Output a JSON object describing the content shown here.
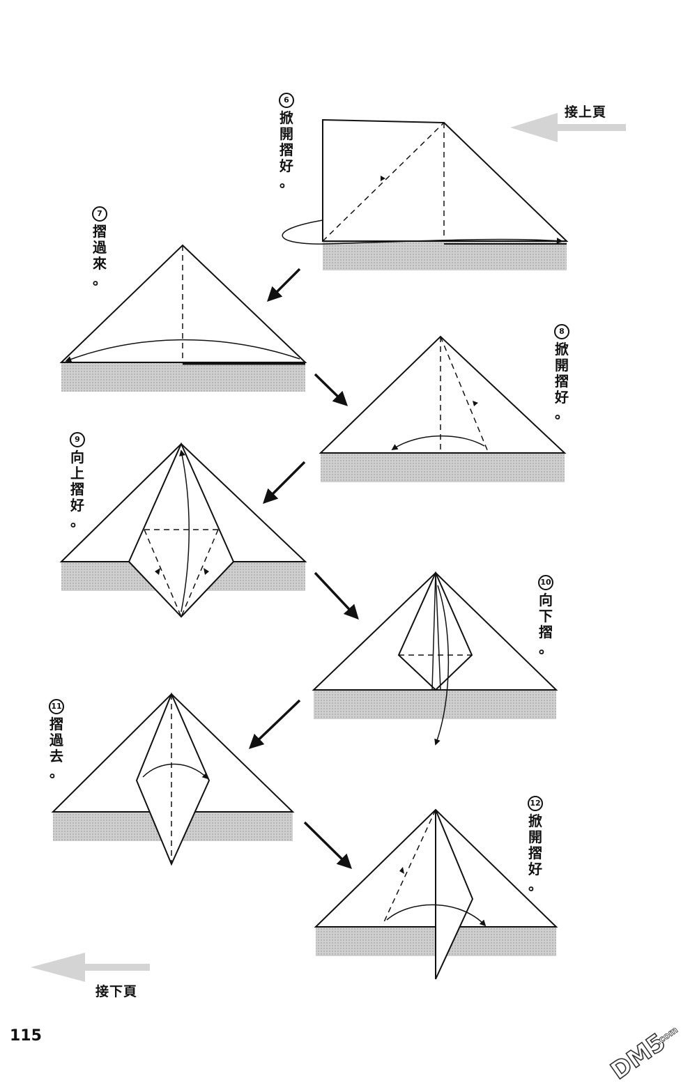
{
  "page": {
    "number": "115"
  },
  "nav": {
    "prev_text": "接上頁",
    "next_text": "接下頁"
  },
  "steps": [
    {
      "num": "6",
      "chars": [
        "掀",
        "開",
        "摺",
        "好",
        "。"
      ]
    },
    {
      "num": "7",
      "chars": [
        "摺",
        "過",
        "來",
        "。"
      ]
    },
    {
      "num": "8",
      "chars": [
        "掀",
        "開",
        "摺",
        "好",
        "。"
      ]
    },
    {
      "num": "9",
      "chars": [
        "向",
        "上",
        "摺",
        "好",
        "。"
      ]
    },
    {
      "num": "10",
      "chars": [
        "向",
        "下",
        "摺",
        "。"
      ]
    },
    {
      "num": "11",
      "chars": [
        "摺",
        "過",
        "去",
        "。"
      ]
    },
    {
      "num": "12",
      "chars": [
        "掀",
        "開",
        "摺",
        "好",
        "。"
      ]
    }
  ],
  "watermark": {
    "text": "DM5",
    "suffix": ".com"
  },
  "colors": {
    "line": "#111111",
    "gray_band": "#c8c8c8",
    "nav_arrow": "#d4d4d4"
  }
}
